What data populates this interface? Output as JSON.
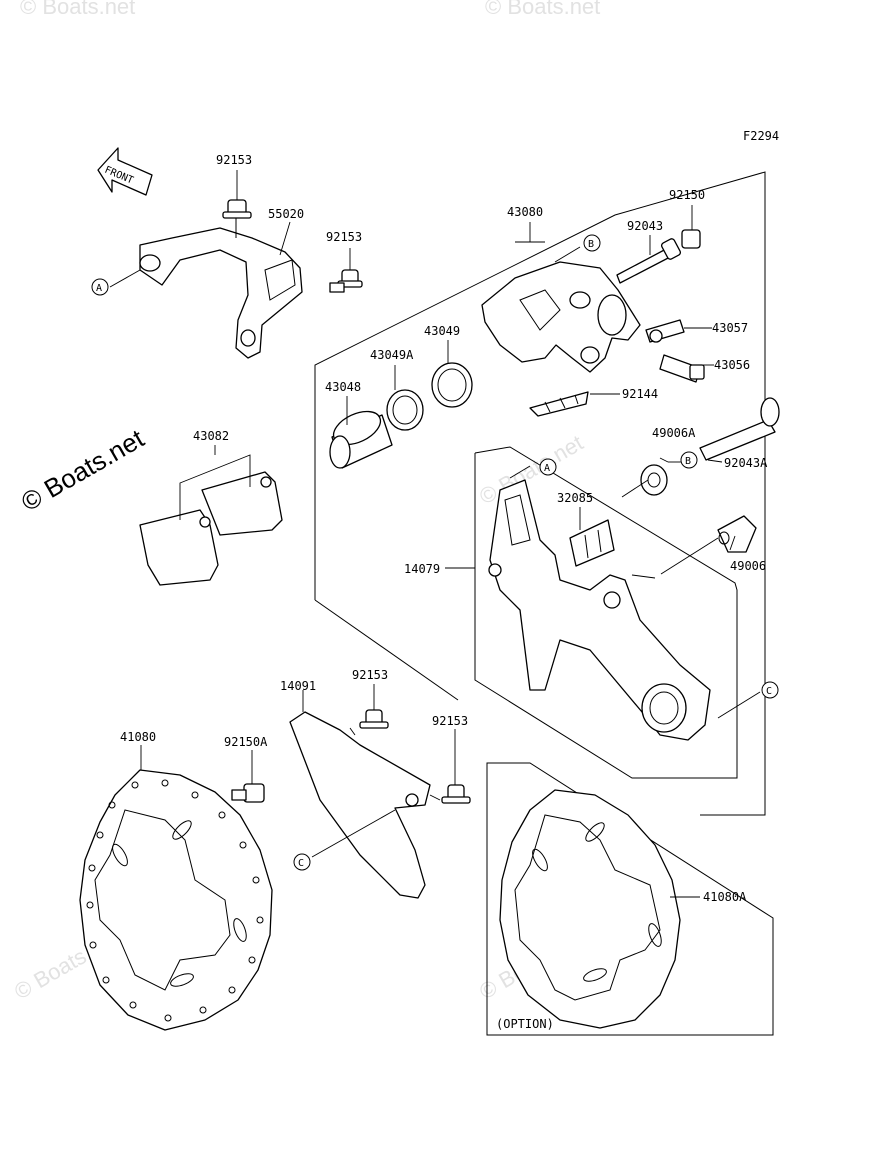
{
  "diagram": {
    "figure_code": "F2294",
    "front_arrow_label": "FRONT",
    "option_note": "(OPTION)",
    "watermark": "© Boats.net",
    "ref_markers": {
      "A": "A",
      "B": "B",
      "C": "C"
    },
    "parts": {
      "p92153_top": "92153",
      "p55020": "55020",
      "p92153_bracket": "92153",
      "p43080": "43080",
      "p92150": "92150",
      "p92043": "92043",
      "p43057": "43057",
      "p43056": "43056",
      "p43049": "43049",
      "p43049A": "43049A",
      "p43048": "43048",
      "p92144": "92144",
      "p43082": "43082",
      "p49006A": "49006A",
      "p92043A": "92043A",
      "p32085": "32085",
      "p14079": "14079",
      "p49006": "49006",
      "p14091": "14091",
      "p92153_guard_a": "92153",
      "p92153_guard_b": "92153",
      "p41080": "41080",
      "p92150A": "92150A",
      "p41080A": "41080A"
    }
  }
}
